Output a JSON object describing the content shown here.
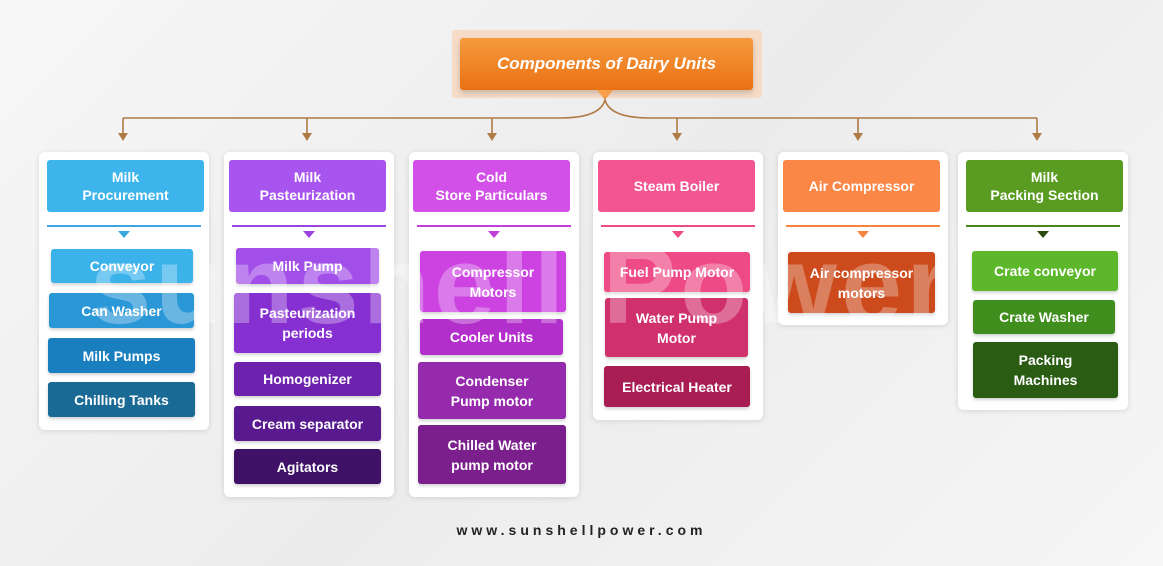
{
  "root": {
    "label": "Components of Dairy Units"
  },
  "colors": {
    "root": "#ee7d1f",
    "connector": "#b07a45"
  },
  "watermark": "sunshell Power",
  "columns": [
    {
      "header": "Milk\nProcurement",
      "header_color": "#3db4ec",
      "accent": "#3aa7e0",
      "items": [
        {
          "label": "Conveyor",
          "color": "#3cb2ea"
        },
        {
          "label": "Can Washer",
          "color": "#2a97d6"
        },
        {
          "label": "Milk Pumps",
          "color": "#1a7fbf"
        },
        {
          "label": "Chilling Tanks",
          "color": "#1a6a96"
        }
      ]
    },
    {
      "header": "Milk\nPasteurization",
      "header_color": "#a855f0",
      "accent": "#9b45e0",
      "items": [
        {
          "label": "Milk Pump",
          "color": "#a24ee8"
        },
        {
          "label": "Pasteurization\nperiods",
          "color": "#8730d2"
        },
        {
          "label": "Homogenizer",
          "color": "#6c22ad"
        },
        {
          "label": "Cream separator",
          "color": "#581a8e"
        },
        {
          "label": "Agitators",
          "color": "#3f1268"
        }
      ]
    },
    {
      "header": "Cold\nStore Particulars",
      "header_color": "#d24fe8",
      "accent": "#c23ed9",
      "items": [
        {
          "label": "Compressor\nMotors",
          "color": "#cc43e2"
        },
        {
          "label": "Cooler Units",
          "color": "#b32fcb"
        },
        {
          "label": "Condenser\nPump motor",
          "color": "#962aac"
        },
        {
          "label": "Chilled Water\npump motor",
          "color": "#7a1f8c"
        }
      ]
    },
    {
      "header": "Steam Boiler",
      "header_color": "#f2558f",
      "accent": "#ee4c87",
      "items": [
        {
          "label": "Fuel Pump Motor",
          "color": "#ee4a85"
        },
        {
          "label": "Water Pump\nMotor",
          "color": "#d0306c"
        },
        {
          "label": "Electrical Heater",
          "color": "#a81d52"
        }
      ]
    },
    {
      "header": "Air Compressor",
      "header_color": "#fb8747",
      "accent": "#f5853e",
      "items": [
        {
          "label": "Air compressor\nmotors",
          "color": "#cc4a1b"
        }
      ]
    },
    {
      "header": "Milk\nPacking Section",
      "header_color": "#5a9c22",
      "accent": "#4b861b",
      "items": [
        {
          "label": "Crate conveyor",
          "color": "#5cb82a"
        },
        {
          "label": "Crate Washer",
          "color": "#3f8e1e"
        },
        {
          "label": "Packing\nMachines",
          "color": "#2a5c14"
        }
      ]
    }
  ],
  "footer": "www.sunshellpower.com"
}
